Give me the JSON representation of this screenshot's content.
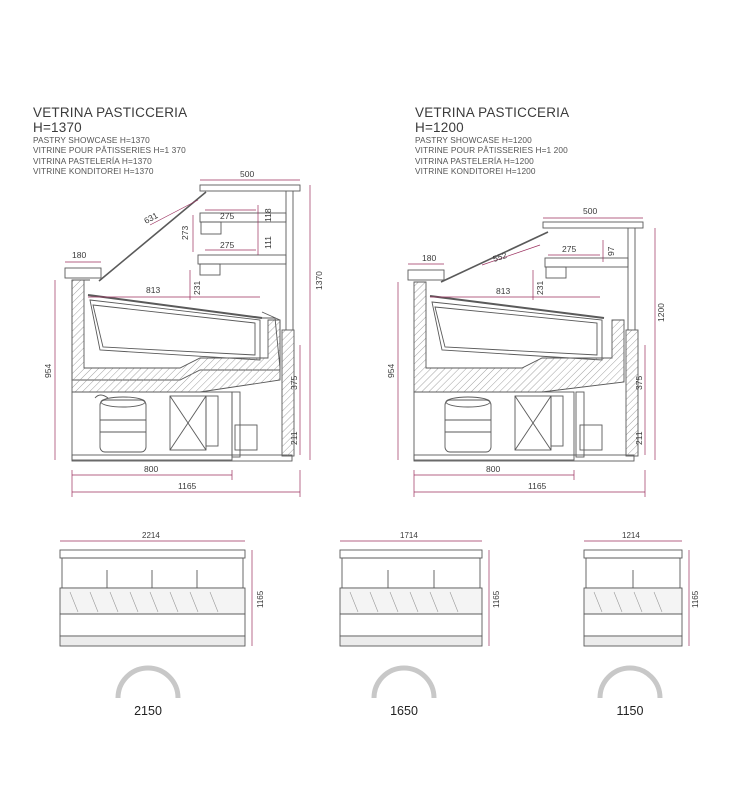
{
  "left": {
    "title": "VETRINA PASTICCERIA",
    "height_label": "H=1370",
    "sub": [
      "PASTRY SHOWCASE H=1370",
      "VITRINE POUR PÂTISSERIES H=1 370",
      "VITRINA PASTELERÍA H=1370",
      "VITRINE KONDITOREI H=1370"
    ],
    "dims": {
      "top": "500",
      "glass": "631",
      "shelf1": "275",
      "shelf2": "275",
      "s273": "273",
      "s118": "118",
      "s111": "111",
      "c180": "180",
      "c813": "813",
      "c231": "231",
      "total_h": "1370",
      "base": "954",
      "r375": "375",
      "r211": "211",
      "w800": "800",
      "w1165": "1165"
    }
  },
  "right": {
    "title": "VETRINA PASTICCERIA",
    "height_label": "H=1200",
    "sub": [
      "PASTRY SHOWCASE H=1200",
      "VITRINE POUR PÂTISSERIES H=1 200",
      "VITRINA PASTELERÍA H=1200",
      "VITRINE KONDITOREI H=1200"
    ],
    "dims": {
      "top": "500",
      "glass": "552",
      "shelf": "275",
      "s97": "97",
      "c180": "180",
      "c813": "813",
      "c231": "231",
      "total_h": "1200",
      "base": "954",
      "r375": "375",
      "r211": "211",
      "w800": "800",
      "w1165": "1165"
    }
  },
  "fronts": [
    {
      "width": "2214",
      "height": "1165",
      "badge": "2150"
    },
    {
      "width": "1714",
      "height": "1165",
      "badge": "1650"
    },
    {
      "width": "1214",
      "height": "1165",
      "badge": "1150"
    }
  ],
  "colors": {
    "line": "#5a5a5a",
    "dim": "#9b2f5e",
    "hatch": "#7a7a7a"
  }
}
